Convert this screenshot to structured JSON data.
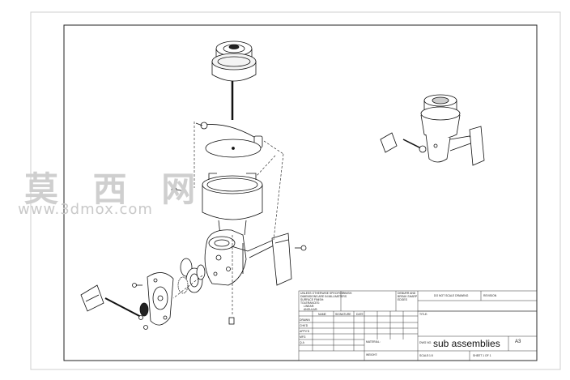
{
  "watermark": {
    "chinese": "莫 西 网",
    "url": "www.3dmox.com"
  },
  "title_block": {
    "notes": [
      "UNLESS OTHERWISE SPECIFIED:",
      "DIMENSIONS ARE IN MILLIMETERS",
      "SURFACE FINISH:",
      "TOLERANCES:",
      "LINEAR:",
      "ANGULAR:"
    ],
    "finish_label": "FINISH:",
    "deburr": [
      "DEBURR AND",
      "BREAK SHARP",
      "EDGES"
    ],
    "do_not_scale": "DO NOT SCALE DRAWING",
    "revision": "REVISION",
    "col_name": "NAME",
    "col_signature": "SIGNATURE",
    "col_date": "DATE",
    "rows": [
      "DRAWN",
      "CHK'D",
      "APPV'D",
      "MFG",
      "Q.A"
    ],
    "title_label": "TITLE:",
    "material": "MATERIAL:",
    "weight": "WEIGHT:",
    "dwg_no": "DWG NO.",
    "drawing_title": "sub assemblies",
    "size": "A3",
    "scale": "SCALE:1:5",
    "sheet": "SHEET 1 OF 1"
  }
}
